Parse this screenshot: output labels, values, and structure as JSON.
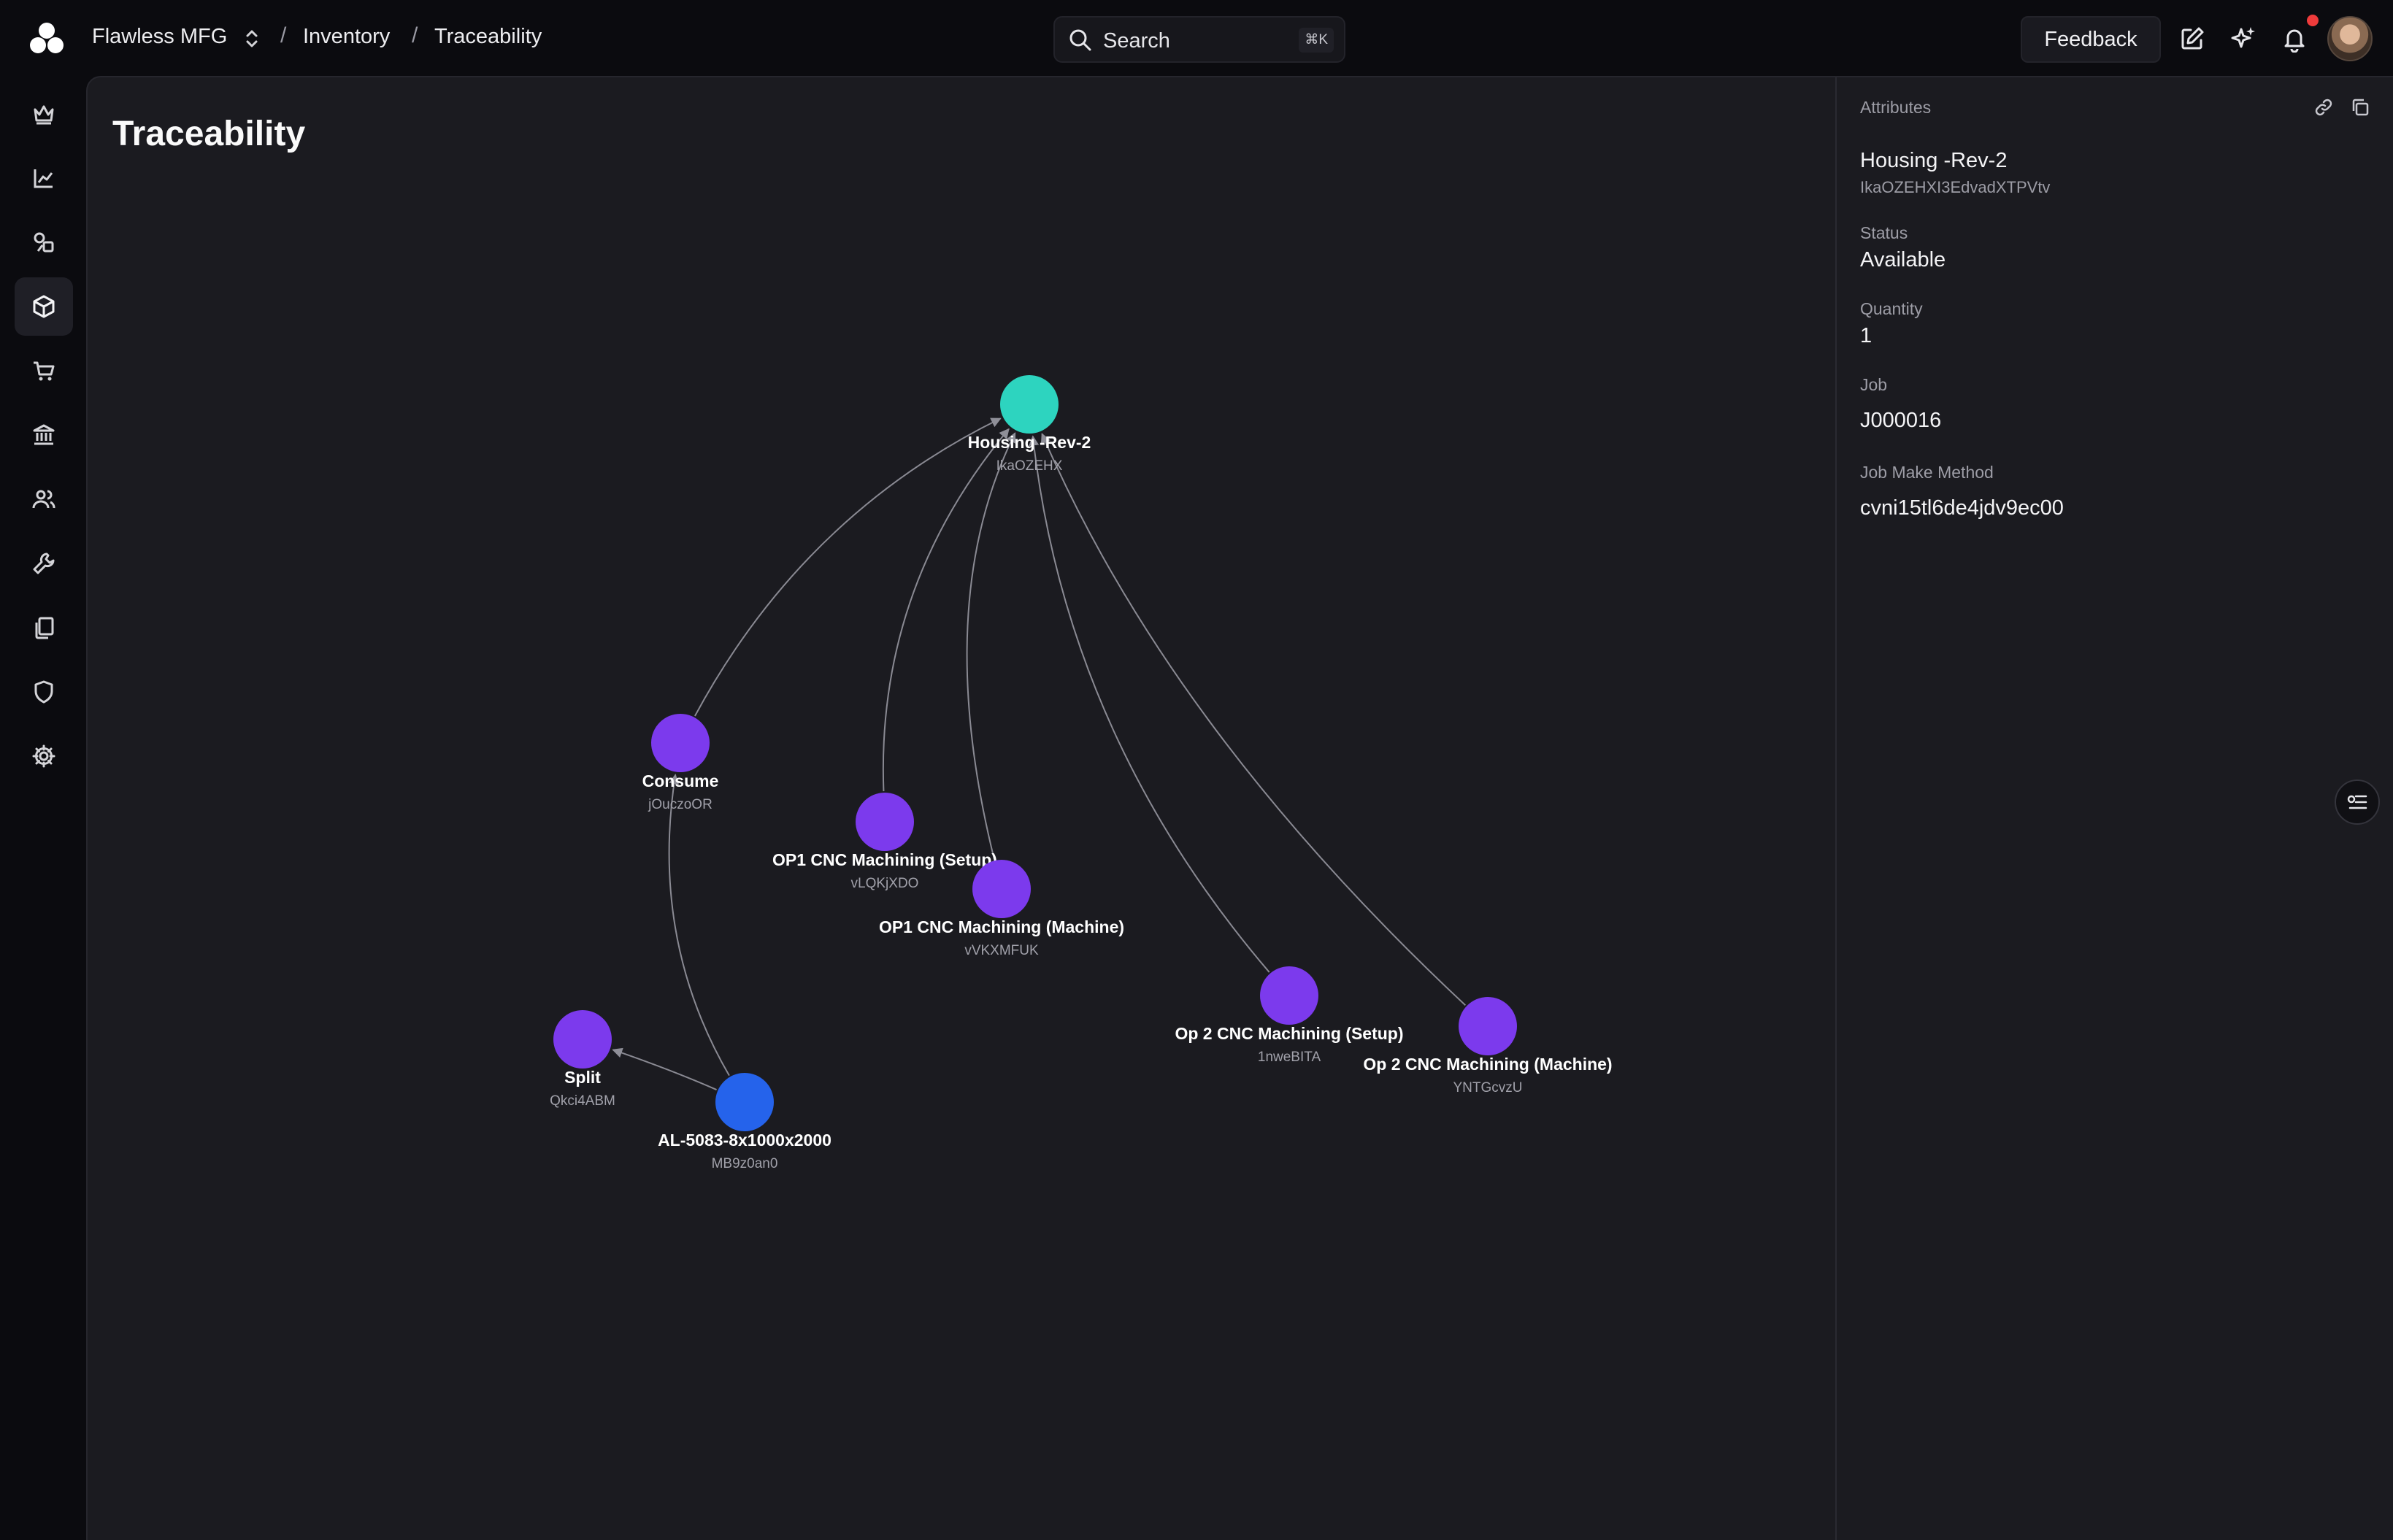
{
  "topbar": {
    "org_name": "Flawless MFG",
    "breadcrumbs": [
      "Inventory",
      "Traceability"
    ],
    "search_placeholder": "Search",
    "search_shortcut": "⌘K",
    "feedback_label": "Feedback",
    "icons": [
      "edit-icon",
      "sparkle-icon",
      "bell-icon"
    ],
    "has_notification": true
  },
  "sidebar": {
    "items": [
      {
        "icon": "crown-icon",
        "active": false
      },
      {
        "icon": "chart-icon",
        "active": false
      },
      {
        "icon": "shapes-icon",
        "active": false
      },
      {
        "icon": "package-icon",
        "active": true
      },
      {
        "icon": "cart-icon",
        "active": false
      },
      {
        "icon": "bank-icon",
        "active": false
      },
      {
        "icon": "users-icon",
        "active": false
      },
      {
        "icon": "wrench-icon",
        "active": false
      },
      {
        "icon": "documents-icon",
        "active": false
      },
      {
        "icon": "shield-icon",
        "active": false
      },
      {
        "icon": "settings-icon",
        "active": false
      }
    ]
  },
  "page": {
    "title": "Traceability"
  },
  "graph": {
    "nodes": [
      {
        "id": "housing",
        "label": "Housing -Rev-2",
        "sub": "IkaOZEHX",
        "color": "#2dd4bf"
      },
      {
        "id": "consume",
        "label": "Consume",
        "sub": "jOuczoOR",
        "color": "#7c3aed"
      },
      {
        "id": "op1setup",
        "label": "OP1 CNC Machining (Setup)",
        "sub": "vLQKjXDO",
        "color": "#7c3aed"
      },
      {
        "id": "op1machine",
        "label": "OP1 CNC Machining (Machine)",
        "sub": "vVKXMFUK",
        "color": "#7c3aed"
      },
      {
        "id": "op2setup",
        "label": "Op 2 CNC Machining (Setup)",
        "sub": "1nweBITA",
        "color": "#7c3aed"
      },
      {
        "id": "op2machine",
        "label": "Op 2 CNC Machining (Machine)",
        "sub": "YNTGcvzU",
        "color": "#7c3aed"
      },
      {
        "id": "split",
        "label": "Split",
        "sub": "Qkci4ABM",
        "color": "#7c3aed"
      },
      {
        "id": "al5083",
        "label": "AL-5083-8x1000x2000",
        "sub": "MB9z0an0",
        "color": "#2563eb"
      }
    ],
    "edges": [
      {
        "from": "consume",
        "to": "housing"
      },
      {
        "from": "op1setup",
        "to": "housing"
      },
      {
        "from": "op1machine",
        "to": "housing"
      },
      {
        "from": "op2setup",
        "to": "housing"
      },
      {
        "from": "op2machine",
        "to": "housing"
      },
      {
        "from": "al5083",
        "to": "consume"
      },
      {
        "from": "al5083",
        "to": "split"
      }
    ]
  },
  "attributes": {
    "header": "Attributes",
    "item_name": "Housing -Rev-2",
    "item_id": "IkaOZEHXI3EdvadXTPVtv",
    "status_label": "Status",
    "status_value": "Available",
    "quantity_label": "Quantity",
    "quantity_value": "1",
    "job_label": "Job",
    "job_value": "J000016",
    "make_method_label": "Job Make Method",
    "make_method_value": "cvni15tl6de4jdv9ec00"
  }
}
